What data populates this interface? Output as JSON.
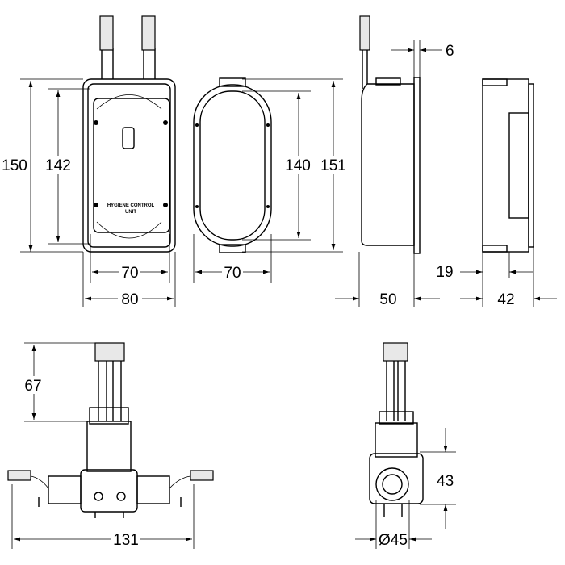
{
  "label": {
    "line1": "HYGIENE CONTROL",
    "line2": "UNIT"
  },
  "dimensions": {
    "front_height_outer": "150",
    "front_height_inner": "142",
    "front_width_inner": "70",
    "front_width_outer": "80",
    "frame_width": "70",
    "frame_height_inner": "140",
    "frame_height_outer": "151",
    "plate_thickness": "6",
    "side_depth": "50",
    "rear_offset": "19",
    "rear_depth": "42",
    "valve_height": "67",
    "valve_width": "131",
    "valve_side_height": "43",
    "valve_diameter": "Ø45"
  }
}
